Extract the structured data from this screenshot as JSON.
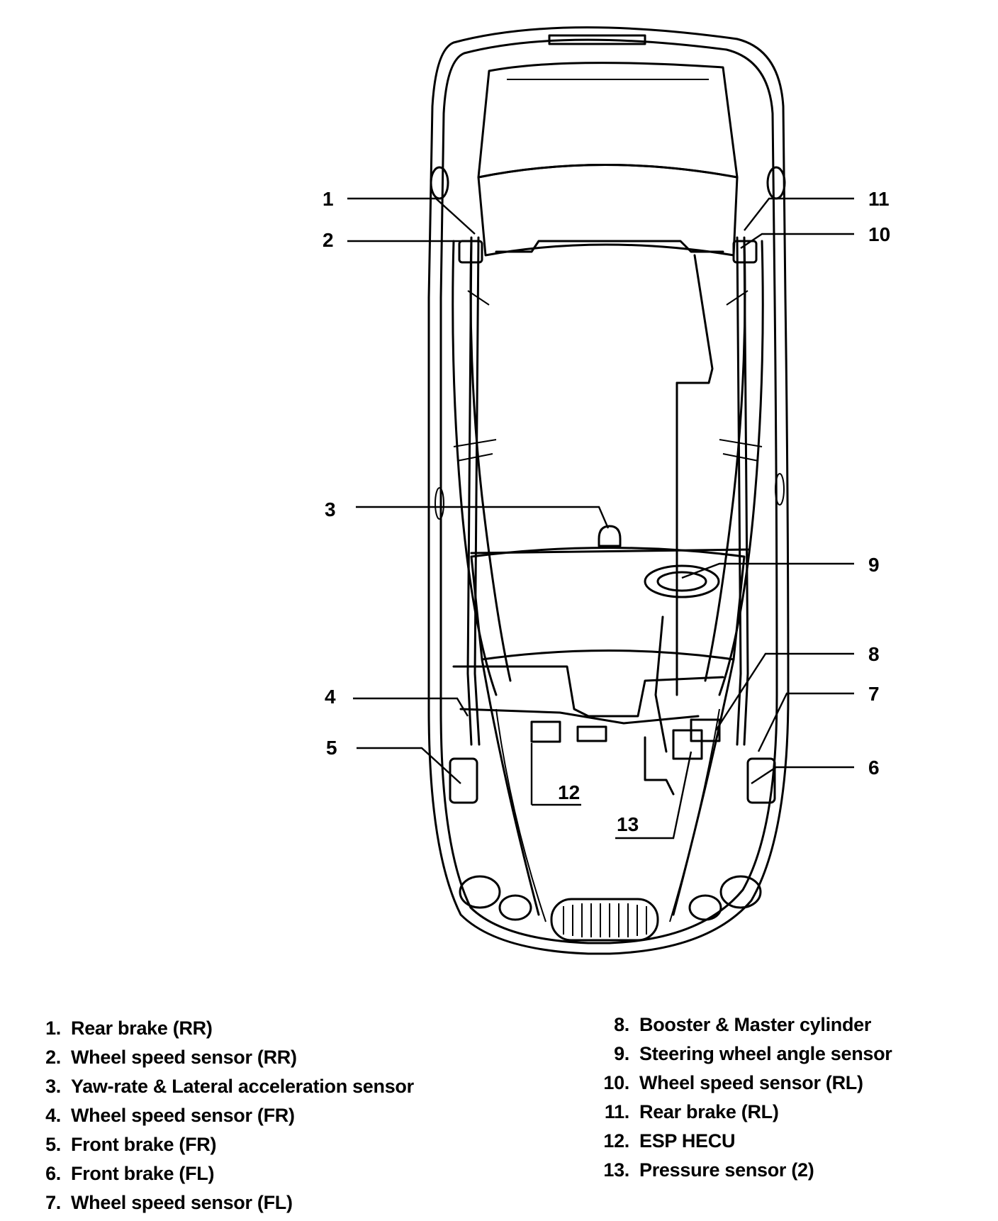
{
  "callouts": [
    {
      "num": "1",
      "label": "Rear brake (RR)"
    },
    {
      "num": "2",
      "label": "Wheel speed sensor (RR)"
    },
    {
      "num": "3",
      "label": "Yaw-rate & Lateral acceleration sensor"
    },
    {
      "num": "4",
      "label": "Wheel speed sensor (FR)"
    },
    {
      "num": "5",
      "label": "Front brake (FR)"
    },
    {
      "num": "6",
      "label": "Front brake (FL)"
    },
    {
      "num": "7",
      "label": "Wheel speed sensor (FL)"
    },
    {
      "num": "8",
      "label": "Booster & Master cylinder"
    },
    {
      "num": "9",
      "label": "Steering wheel angle sensor"
    },
    {
      "num": "10",
      "label": "Wheel speed sensor (RL)"
    },
    {
      "num": "11",
      "label": "Rear brake (RL)"
    },
    {
      "num": "12",
      "label": "ESP HECU"
    },
    {
      "num": "13",
      "label": "Pressure sensor (2)"
    }
  ],
  "legend_left": [
    {
      "num": "1.",
      "label": "Rear brake (RR)"
    },
    {
      "num": "2.",
      "label": "Wheel speed sensor (RR)"
    },
    {
      "num": "3.",
      "label": "Yaw-rate & Lateral acceleration sensor"
    },
    {
      "num": "4.",
      "label": "Wheel speed sensor (FR)"
    },
    {
      "num": "5.",
      "label": "Front brake (FR)"
    },
    {
      "num": "6.",
      "label": "Front brake (FL)"
    },
    {
      "num": "7.",
      "label": "Wheel speed sensor (FL)"
    }
  ],
  "legend_right": [
    {
      "num": "8.",
      "label": "Booster & Master cylinder"
    },
    {
      "num": "9.",
      "label": "Steering wheel angle sensor"
    },
    {
      "num": "10.",
      "label": "Wheel speed sensor (RL)"
    },
    {
      "num": "11.",
      "label": "Rear brake (RL)"
    },
    {
      "num": "12.",
      "label": "ESP HECU"
    },
    {
      "num": "13.",
      "label": "Pressure sensor (2)"
    }
  ]
}
